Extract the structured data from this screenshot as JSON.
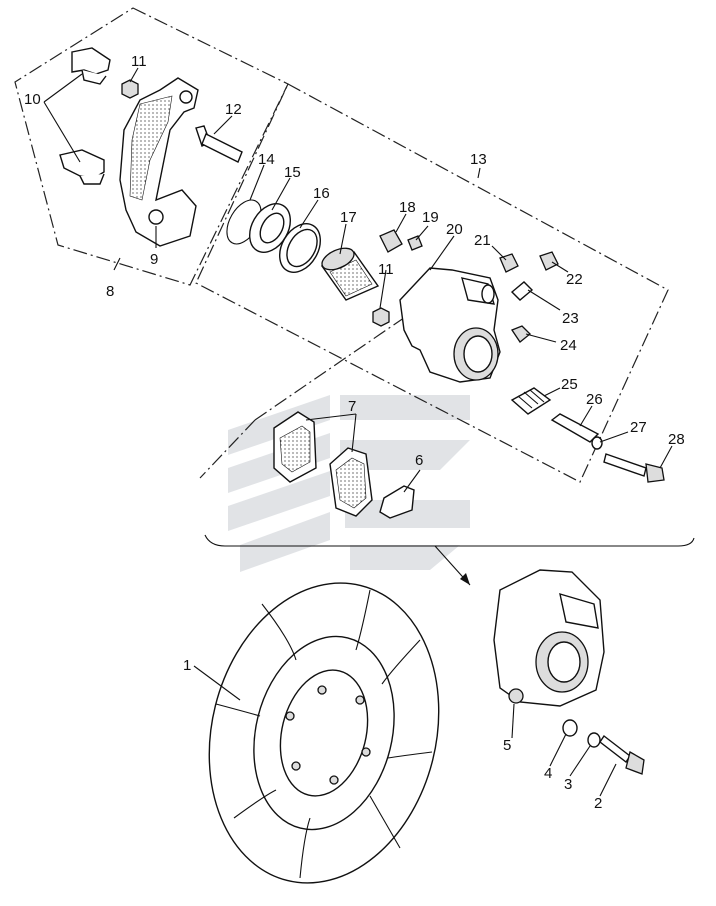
{
  "colors": {
    "ink": "#111111",
    "watermark": "#c9cdd3",
    "background": "#ffffff"
  },
  "labels": {
    "l1": "1",
    "l2": "2",
    "l3": "3",
    "l4": "4",
    "l5": "5",
    "l6": "6",
    "l7": "7",
    "l8": "8",
    "l9": "9",
    "l10": "10",
    "l11a": "11",
    "l11b": "11",
    "l12": "12",
    "l13": "13",
    "l14": "14",
    "l15": "15",
    "l16": "16",
    "l17": "17",
    "l18": "18",
    "l19": "19",
    "l20": "20",
    "l21": "21",
    "l22": "22",
    "l23": "23",
    "l24": "24",
    "l25": "25",
    "l26": "26",
    "l27": "27",
    "l28": "28"
  }
}
